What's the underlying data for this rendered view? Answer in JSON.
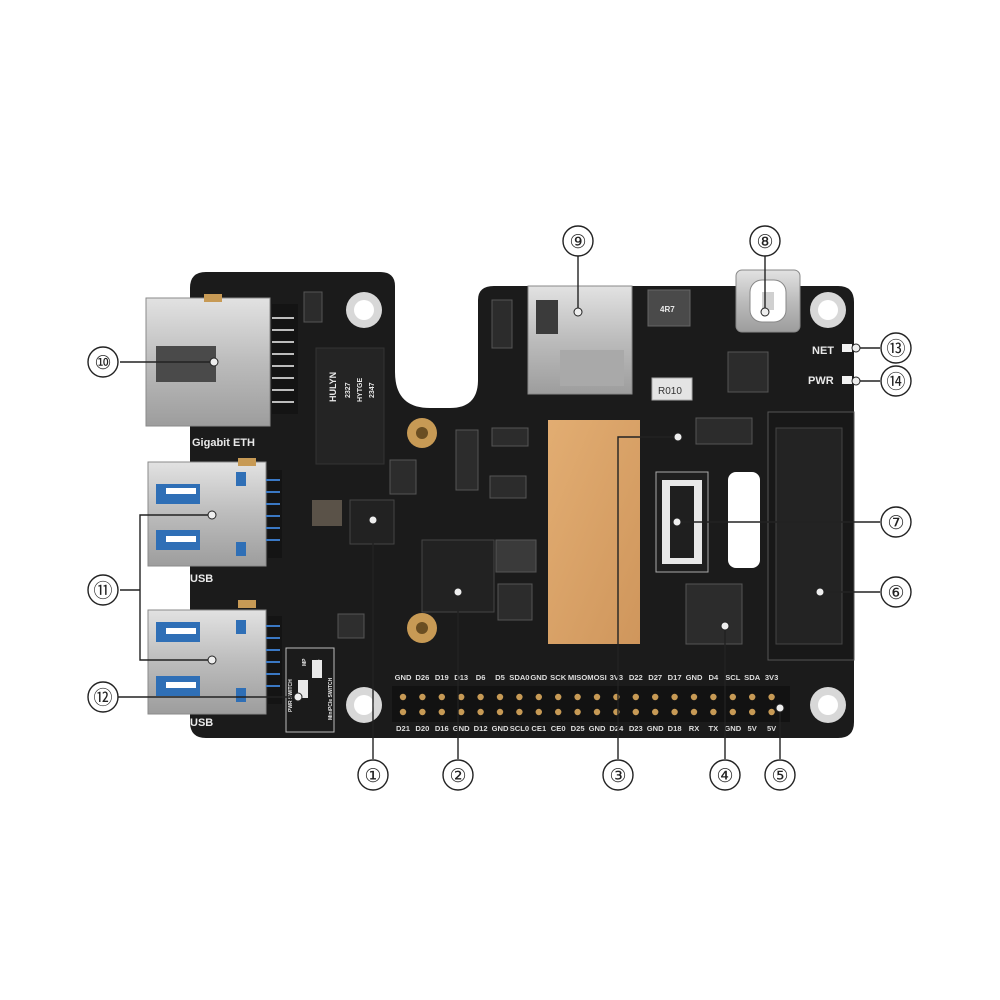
{
  "board": {
    "labels": {
      "eth": "Gigabit ETH",
      "usb_top": "USB",
      "usb_bottom": "USB",
      "net": "NET",
      "pwr": "PWR",
      "resistor": "R010",
      "inductor": "4R7",
      "chip_mark_1": "HULYN",
      "chip_mark_2": "2327",
      "chip_mark_3": "HYTGE",
      "chip_mark_4": "2347",
      "switch_1": "PWR SWITCH",
      "switch_2": "MiniPCIe SWITCH",
      "switch_3": "USB",
      "switch_4": "MP"
    },
    "gpio_top": [
      "GND",
      "D26",
      "D19",
      "D13",
      "D6",
      "D5",
      "SDA0",
      "GND",
      "SCK",
      "MISO",
      "MOSI",
      "3V3",
      "D22",
      "D27",
      "D17",
      "GND",
      "D4",
      "SCL",
      "SDA",
      "3V3"
    ],
    "gpio_bottom": [
      "D21",
      "D20",
      "D16",
      "GND",
      "D12",
      "GND",
      "SCL0",
      "CE1",
      "CE0",
      "D25",
      "GND",
      "D24",
      "D23",
      "GND",
      "D18",
      "RX",
      "TX",
      "GND",
      "5V",
      "5V"
    ]
  },
  "callouts": [
    {
      "id": "callout-1",
      "number": "①"
    },
    {
      "id": "callout-2",
      "number": "②"
    },
    {
      "id": "callout-3",
      "number": "③"
    },
    {
      "id": "callout-4",
      "number": "④"
    },
    {
      "id": "callout-5",
      "number": "⑤"
    },
    {
      "id": "callout-6",
      "number": "⑥"
    },
    {
      "id": "callout-7",
      "number": "⑦"
    },
    {
      "id": "callout-8",
      "number": "⑧"
    },
    {
      "id": "callout-9",
      "number": "⑨"
    },
    {
      "id": "callout-10",
      "number": "⑩"
    },
    {
      "id": "callout-11",
      "number": "⑪"
    },
    {
      "id": "callout-12",
      "number": "⑫"
    },
    {
      "id": "callout-13",
      "number": "⑬"
    },
    {
      "id": "callout-14",
      "number": "⑭"
    }
  ],
  "colors": {
    "pcb": "#1b1b1b",
    "gold": "#c79a55",
    "silver": "#c6c6c6",
    "usb_blue": "#2f6fb6",
    "thermal_pad": "#d9a46a"
  }
}
